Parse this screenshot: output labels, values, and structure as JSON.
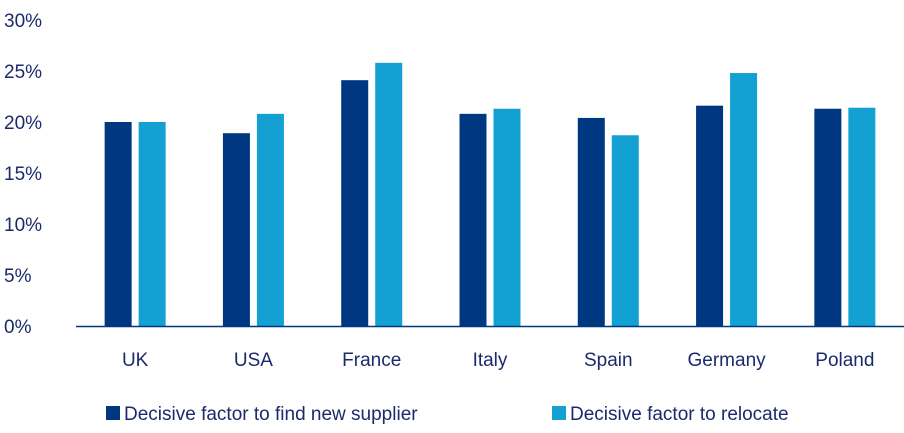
{
  "chart_data": {
    "type": "bar",
    "categories": [
      "UK",
      "USA",
      "France",
      "Italy",
      "Spain",
      "Germany",
      "Poland"
    ],
    "series": [
      {
        "name": "Decisive factor to find new supplier",
        "color": "#003781",
        "values": [
          20.0,
          18.9,
          24.1,
          20.8,
          20.4,
          21.6,
          21.3
        ]
      },
      {
        "name": "Decisive factor to relocate",
        "color": "#13a0d3",
        "values": [
          20.0,
          20.8,
          25.8,
          21.3,
          18.7,
          24.8,
          21.4
        ]
      }
    ],
    "ylim": [
      0,
      30
    ],
    "yticks": [
      "0%",
      "5%",
      "10%",
      "15%",
      "20%",
      "25%",
      "30%"
    ],
    "ytick_values": [
      0,
      5,
      10,
      15,
      20,
      25,
      30
    ],
    "grid": false,
    "legend_position": "bottom",
    "text_color": "#1b2a6b",
    "axis_color": "#003781"
  }
}
